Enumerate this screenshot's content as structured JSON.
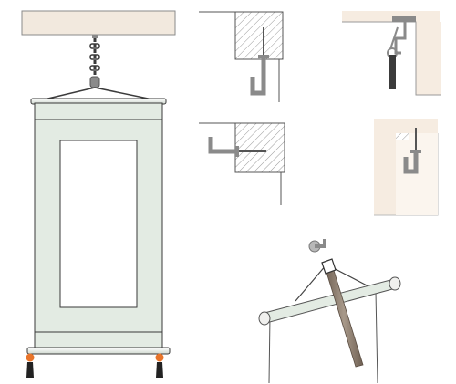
{
  "colors": {
    "background": "#ffffff",
    "ceiling": "#f2e9de",
    "wall_panel": "#f6ece1",
    "scroll_cloth": "#e3ebe3",
    "scroll_rod": "#f2f2ee",
    "outline": "#3a3a3a",
    "hardware_gray": "#8a8a8a",
    "hardware_dark": "#555555",
    "chain": "#3b3b3b",
    "pole": "#8c7b6b",
    "tassel_orange": "#e8742a",
    "tassel_black": "#222222",
    "hatch": "#9a9a9a"
  },
  "figures": [
    {
      "id": "hanging-scroll",
      "icons": [
        "ceiling-icon",
        "chain-icon",
        "hanging-cord-icon",
        "scroll-top-rod-icon",
        "scroll-panel-icon",
        "scroll-bottom-rod-icon",
        "tassel-icon"
      ]
    },
    {
      "id": "ceiling-hook-detail",
      "icons": [
        "hatched-ceiling-icon",
        "screw-hook-icon"
      ]
    },
    {
      "id": "molding-clip-detail",
      "icons": [
        "molding-icon",
        "clip-hanger-icon",
        "hook-bar-icon"
      ]
    },
    {
      "id": "wall-hook-detail",
      "icons": [
        "hatched-wall-icon",
        "wall-screw-hook-icon"
      ]
    },
    {
      "id": "molding-screw-hook-detail",
      "icons": [
        "molding-icon",
        "screw-hook-icon"
      ]
    },
    {
      "id": "pole-lift-detail",
      "icons": [
        "wall-hook-icon",
        "scroll-rod-icon",
        "hanging-pole-icon"
      ]
    }
  ]
}
